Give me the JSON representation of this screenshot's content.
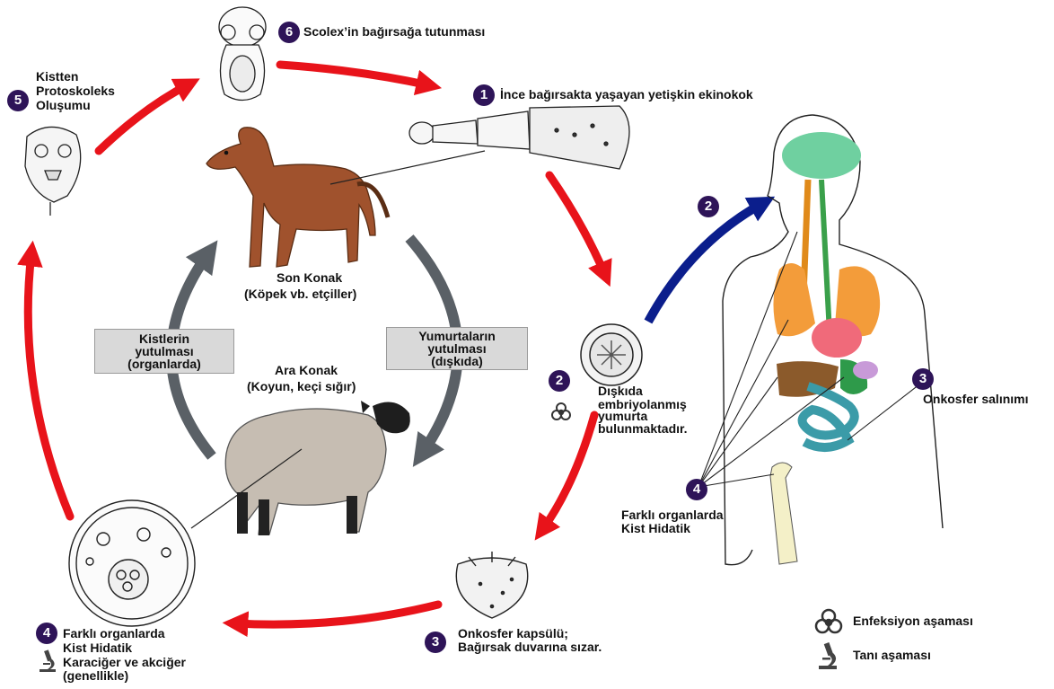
{
  "stages": {
    "s6": {
      "number": "6",
      "label": "Scolex’in bağırsağa tutunması"
    },
    "s1": {
      "number": "1",
      "label": "İnce bağırsakta yaşayan yetişkin ekinokok"
    },
    "s5": {
      "number": "5",
      "line1": "Kistten",
      "line2": "Protoskoleks",
      "line3": "Oluşumu"
    },
    "s2": {
      "number": "2",
      "line1": "Dışkıda",
      "line2": "embriyolanmış",
      "line3": "yumurta",
      "line4": "bulunmaktadır."
    },
    "s3": {
      "number": "3",
      "line1": "Onkosfer kapsülü;",
      "line2": "Bağırsak duvarına sızar."
    },
    "s4": {
      "number": "4",
      "line1": "Farklı organlarda",
      "line2": "Kist Hidatik",
      "line3": "Karaciğer ve akciğer",
      "line4": "(genellikle)"
    }
  },
  "human": {
    "badge2": "2",
    "badge3": "3",
    "onkosfer_label": "Onkosfer salınımı",
    "badge4": "4",
    "kist_line1": "Farklı organlarda",
    "kist_line2": "Kist Hidatik"
  },
  "hosts": {
    "definitive_line1": "Son Konak",
    "definitive_line2": "(Köpek vb. etçiller)",
    "intermediate_line1": "Ara Konak",
    "intermediate_line2": "(Koyun, keçi sığır)"
  },
  "boxes": {
    "left_line1": "Kistlerin",
    "left_line2": "yutulması",
    "left_line3": "(organlarda)",
    "right_line1": "Yumurtaların",
    "right_line2": "yutulması",
    "right_line3": "(dışkıda)"
  },
  "legend": {
    "infective": "Enfeksiyon aşaması",
    "diagnostic": "Tanı aşaması",
    "biohazard_icon": "biohazard-icon",
    "microscope_icon": "microscope-icon"
  },
  "colors": {
    "cycle_arrow": "#e8131a",
    "host_arrow": "#5a6066",
    "human_arrow": "#0b1e8c",
    "badge": "#2e1458"
  }
}
